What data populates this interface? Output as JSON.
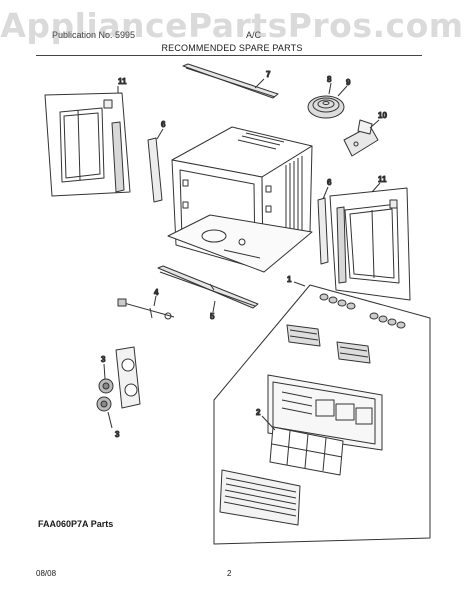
{
  "watermark": "AppliancePartsPros.com",
  "header": {
    "left_text": "Publication No. 5995",
    "right_text": "A/C",
    "subtitle": "RECOMMENDED SPARE PARTS"
  },
  "callouts": [
    "1",
    "2",
    "3",
    "3",
    "4",
    "5",
    "6",
    "6",
    "7",
    "8",
    "9",
    "10",
    "11",
    "11"
  ],
  "model_label": "FAA060P7A Parts",
  "footer": {
    "date": "08/08",
    "page": "2"
  },
  "colors": {
    "line": "#333333",
    "watermark": "#8c8c8c"
  }
}
